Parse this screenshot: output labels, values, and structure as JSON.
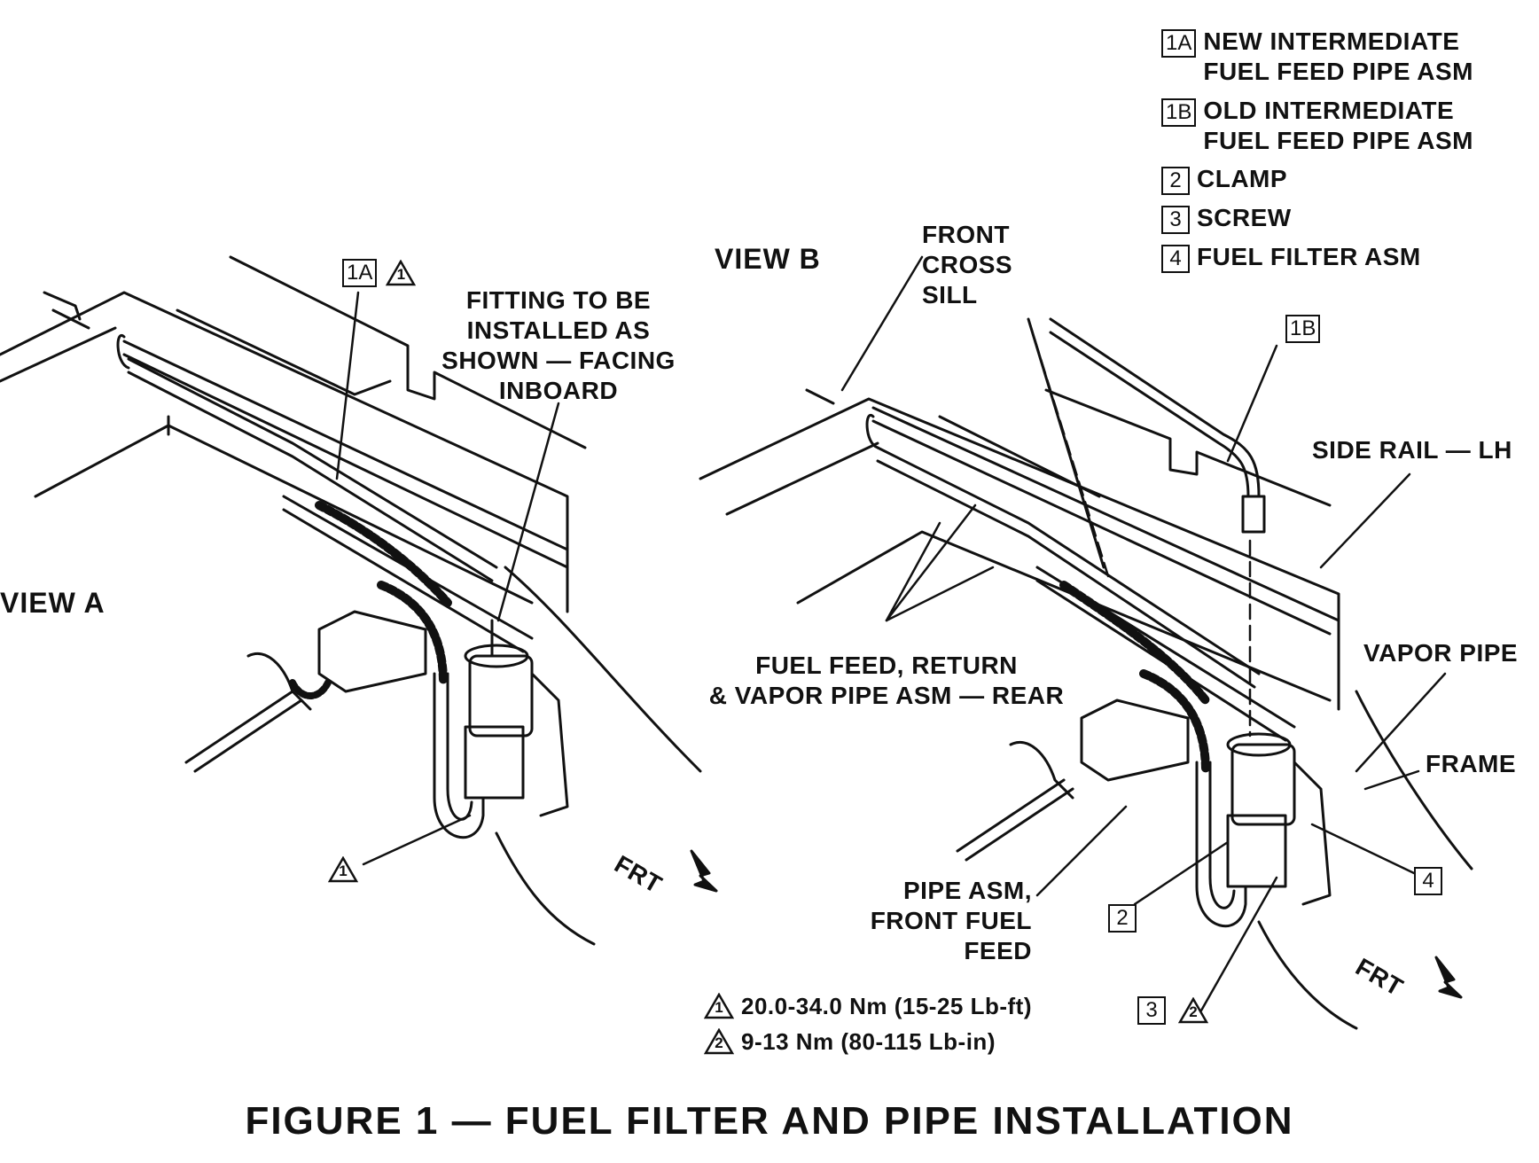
{
  "legend": [
    {
      "id": "1A",
      "text1": "NEW INTERMEDIATE",
      "text2": "FUEL FEED PIPE ASM"
    },
    {
      "id": "1B",
      "text1": "OLD INTERMEDIATE",
      "text2": "FUEL FEED PIPE ASM"
    },
    {
      "id": "2",
      "text1": "CLAMP",
      "text2": ""
    },
    {
      "id": "3",
      "text1": "SCREW",
      "text2": ""
    },
    {
      "id": "4",
      "text1": "FUEL FILTER ASM",
      "text2": ""
    }
  ],
  "views": {
    "a": "VIEW A",
    "b": "VIEW B"
  },
  "callouts": {
    "fitting": [
      "FITTING TO BE",
      "INSTALLED AS",
      "SHOWN — FACING",
      "INBOARD"
    ],
    "front_cross_sill": [
      "FRONT",
      "CROSS",
      "SILL"
    ],
    "side_rail": "SIDE RAIL — LH",
    "vapor_pipe": "VAPOR PIPE",
    "frame": "FRAME",
    "fuel_feed": [
      "FUEL FEED, RETURN",
      "& VAPOR PIPE ASM — REAR"
    ],
    "pipe_asm": [
      "PIPE ASM,",
      "FRONT FUEL",
      "FEED"
    ],
    "frt": "FRT"
  },
  "markers": {
    "one_a": "1A",
    "one_b": "1B",
    "two": "2",
    "three": "3",
    "four": "4",
    "warn1": "1",
    "warn2": "2"
  },
  "torque": [
    {
      "mark": "1",
      "text": "20.0-34.0 Nm (15-25 Lb-ft)"
    },
    {
      "mark": "2",
      "text": "9-13 Nm (80-115 Lb-in)"
    }
  ],
  "caption": "FIGURE 1 — FUEL FILTER AND PIPE INSTALLATION"
}
